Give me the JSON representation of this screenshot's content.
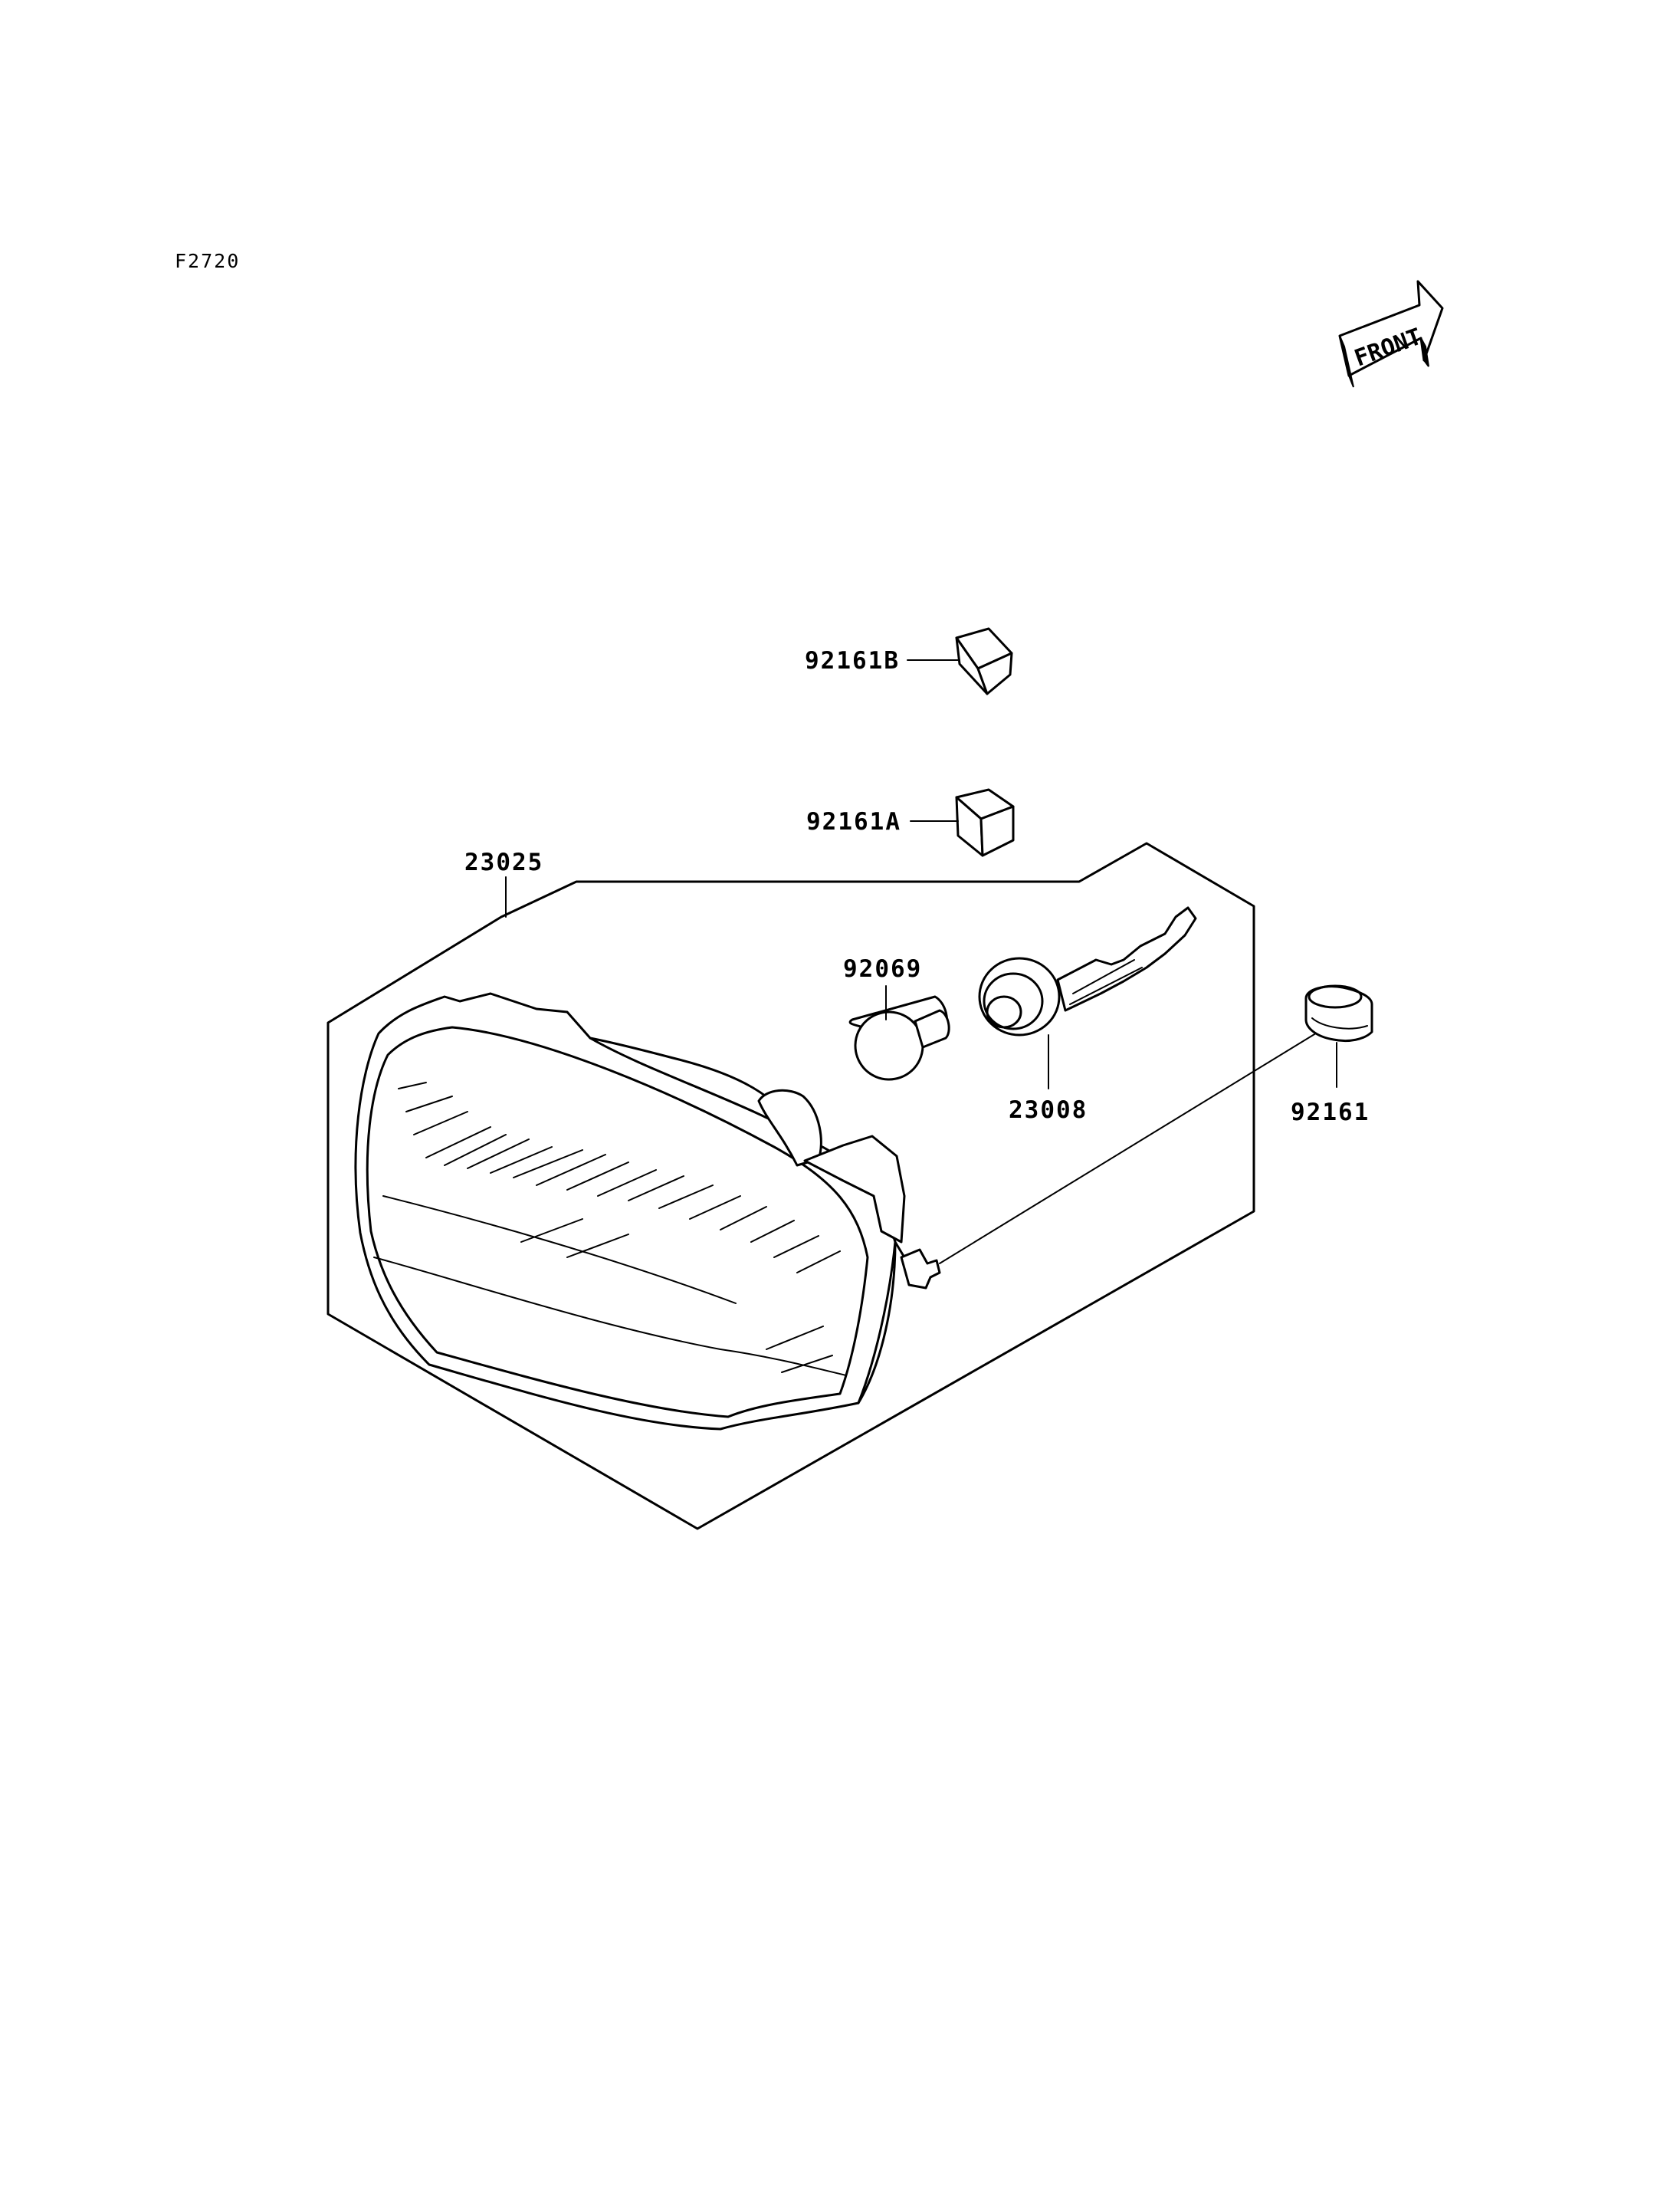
{
  "figure_code": "F2720",
  "orientation_arrow": {
    "text": "FRONT"
  },
  "parts": [
    {
      "id": "92161B",
      "label": "92161B"
    },
    {
      "id": "92161A",
      "label": "92161A"
    },
    {
      "id": "23025",
      "label": "23025"
    },
    {
      "id": "92069",
      "label": "92069"
    },
    {
      "id": "23008",
      "label": "23008"
    },
    {
      "id": "92161",
      "label": "92161"
    }
  ]
}
